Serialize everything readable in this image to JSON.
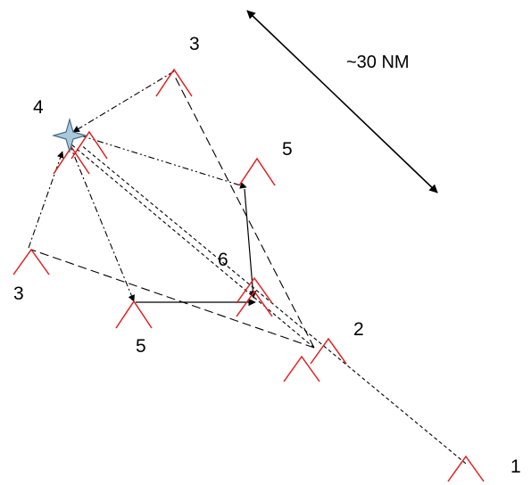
{
  "labels": {
    "scale": "~30 NM",
    "n1": "1",
    "n2": "2",
    "n3_top": "3",
    "n3_left": "3",
    "n4": "4",
    "n5_right": "5",
    "n5_bottom": "5",
    "n6": "6"
  },
  "colors": {
    "marker": "#e02020",
    "line": "#000000",
    "star_fill": "#a8c8dc",
    "star_stroke": "#4a6a80"
  },
  "icons": {
    "site_marker": "chevron-peak-icon",
    "hub": "four-point-star-icon",
    "scale_arrow": "double-headed-arrow-icon"
  }
}
